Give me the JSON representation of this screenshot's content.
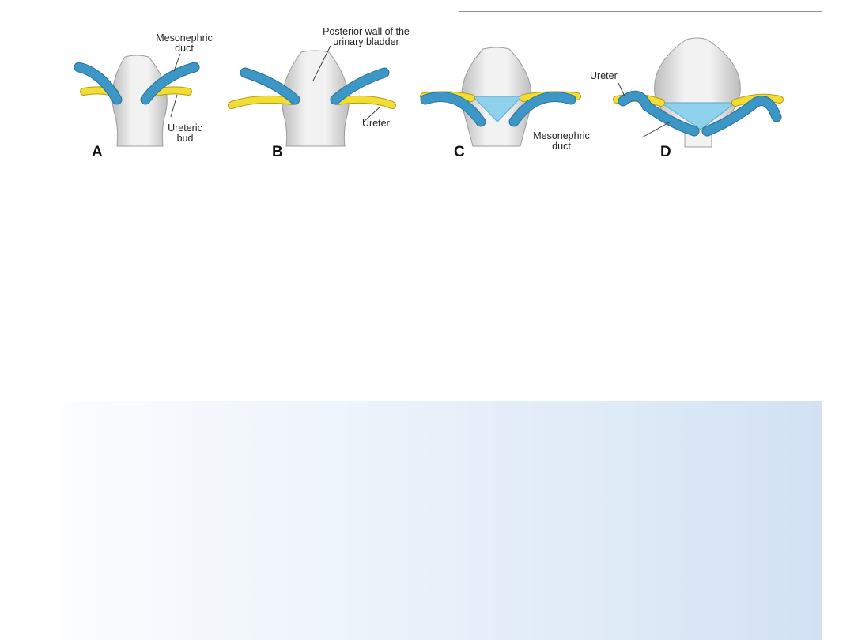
{
  "figure": {
    "labels": {
      "mesonephric_duct_a": "Mesonephric\nduct",
      "posterior_wall": "Posterior wall of the\nurinary bladder",
      "ureteric_bud": "Ureteric\nbud",
      "ureter_b": "Ureter",
      "ureter_d": "Ureter",
      "mesonephric_duct_d": "Mesonephric\nduct"
    },
    "panels": [
      "A",
      "B",
      "C",
      "D"
    ]
  },
  "colors": {
    "mesonephric_duct": "#3c97c6",
    "ureter": "#f2dd34",
    "trigone": "#8fd0ea",
    "bladder": "#e6e6e6",
    "background_gradient_start": "#fbfdff",
    "background_gradient_end": "#d2e2f4"
  }
}
